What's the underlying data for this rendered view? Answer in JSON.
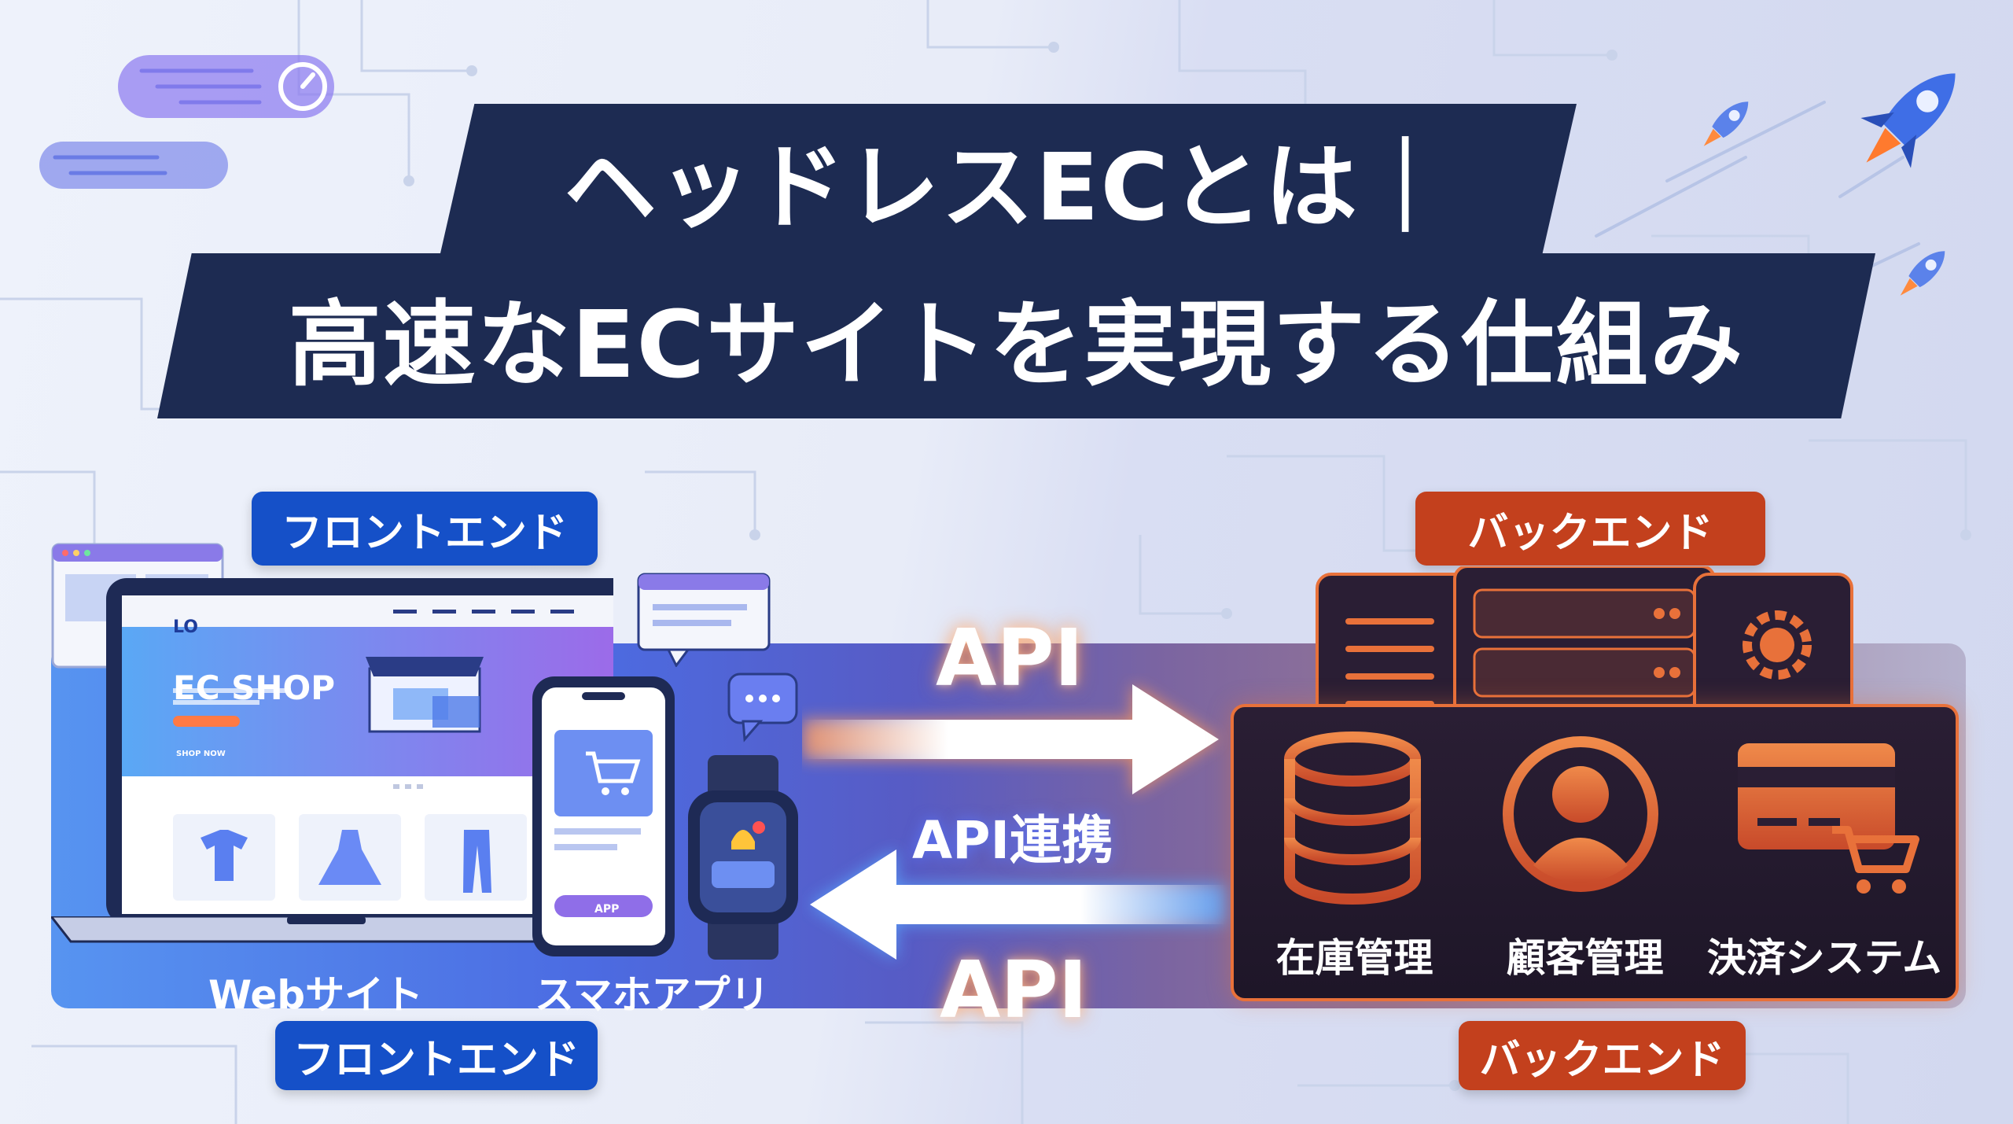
{
  "title": {
    "line1": "ヘッドレスECとは｜",
    "line2": "高速なECサイトを実現する仕組み"
  },
  "frontend": {
    "tag_top": "フロントエンド",
    "tag_bottom": "フロントエンド",
    "website_label": "Webサイト",
    "app_label": "スマホアプリ",
    "shop_title": "EC SHOP",
    "shop_button": "SHOP NOW",
    "logo_text": "LO",
    "app_button": "APP"
  },
  "api": {
    "top": "API",
    "middle": "API連携",
    "bottom": "API"
  },
  "backend": {
    "tag_top": "バックエンド",
    "tag_bottom": "バックエンド",
    "modules": [
      {
        "label": "在庫管理",
        "icon": "database-icon"
      },
      {
        "label": "顧客管理",
        "icon": "user-icon"
      },
      {
        "label": "決済システム",
        "icon": "credit-card-cart-icon"
      }
    ]
  },
  "colors": {
    "navy": "#1d2b52",
    "frontend_blue": "#1550c8",
    "backend_orange": "#c3401d",
    "accent_orange": "#e8713a"
  }
}
